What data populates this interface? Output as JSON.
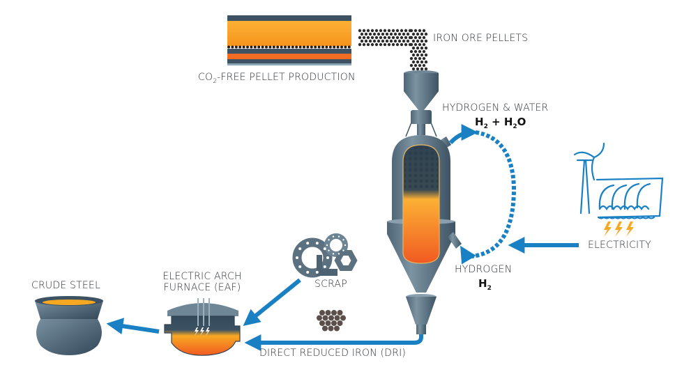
{
  "title": "Hydrogen-based fossil-free steelmaking process",
  "labels": {
    "pellet_production_prefix": "CO",
    "pellet_production_sub": "2",
    "pellet_production_suffix": "-FREE PELLET PRODUCTION",
    "iron_ore_pellets": "IRON ORE PELLETS",
    "hydrogen_water": "HYDROGEN & WATER",
    "hydrogen_water_formula": {
      "a": "H",
      "a_sub": "2",
      "plus": " + ",
      "b": "H",
      "b_sub": "2",
      "b_tail": "O"
    },
    "hydrogen": "HYDROGEN",
    "hydrogen_formula": {
      "a": "H",
      "a_sub": "2"
    },
    "electricity": "ELECTRICITY",
    "scrap": "SCRAP",
    "eaf_line1": "ELECTRIC ARCH",
    "eaf_line2": "FURNACE (EAF)",
    "crude_steel": "CRUDE STEEL",
    "dri": "DIRECT REDUCED IRON (DRI)"
  },
  "icons": {
    "conveyor": "pellet-conveyor-icon",
    "reactor": "shaft-furnace-icon",
    "renewables": "wind-hydro-power-icon",
    "lightning": "lightning-bolt-icon",
    "scrap": "scrap-metal-icon",
    "eaf": "electric-arc-furnace-icon",
    "ladle": "steel-ladle-icon",
    "dri": "dri-pellets-icon"
  },
  "colors": {
    "flow_blue": "#1a80c4",
    "steel_gray": "#5b7180",
    "steel_dark": "#3d5262",
    "molten_orange": "#f7941d",
    "molten_red": "#f15a22",
    "pellet_dark": "#3c3c3c",
    "bolt_orange": "#f7a823",
    "text": "#2b2f33"
  }
}
